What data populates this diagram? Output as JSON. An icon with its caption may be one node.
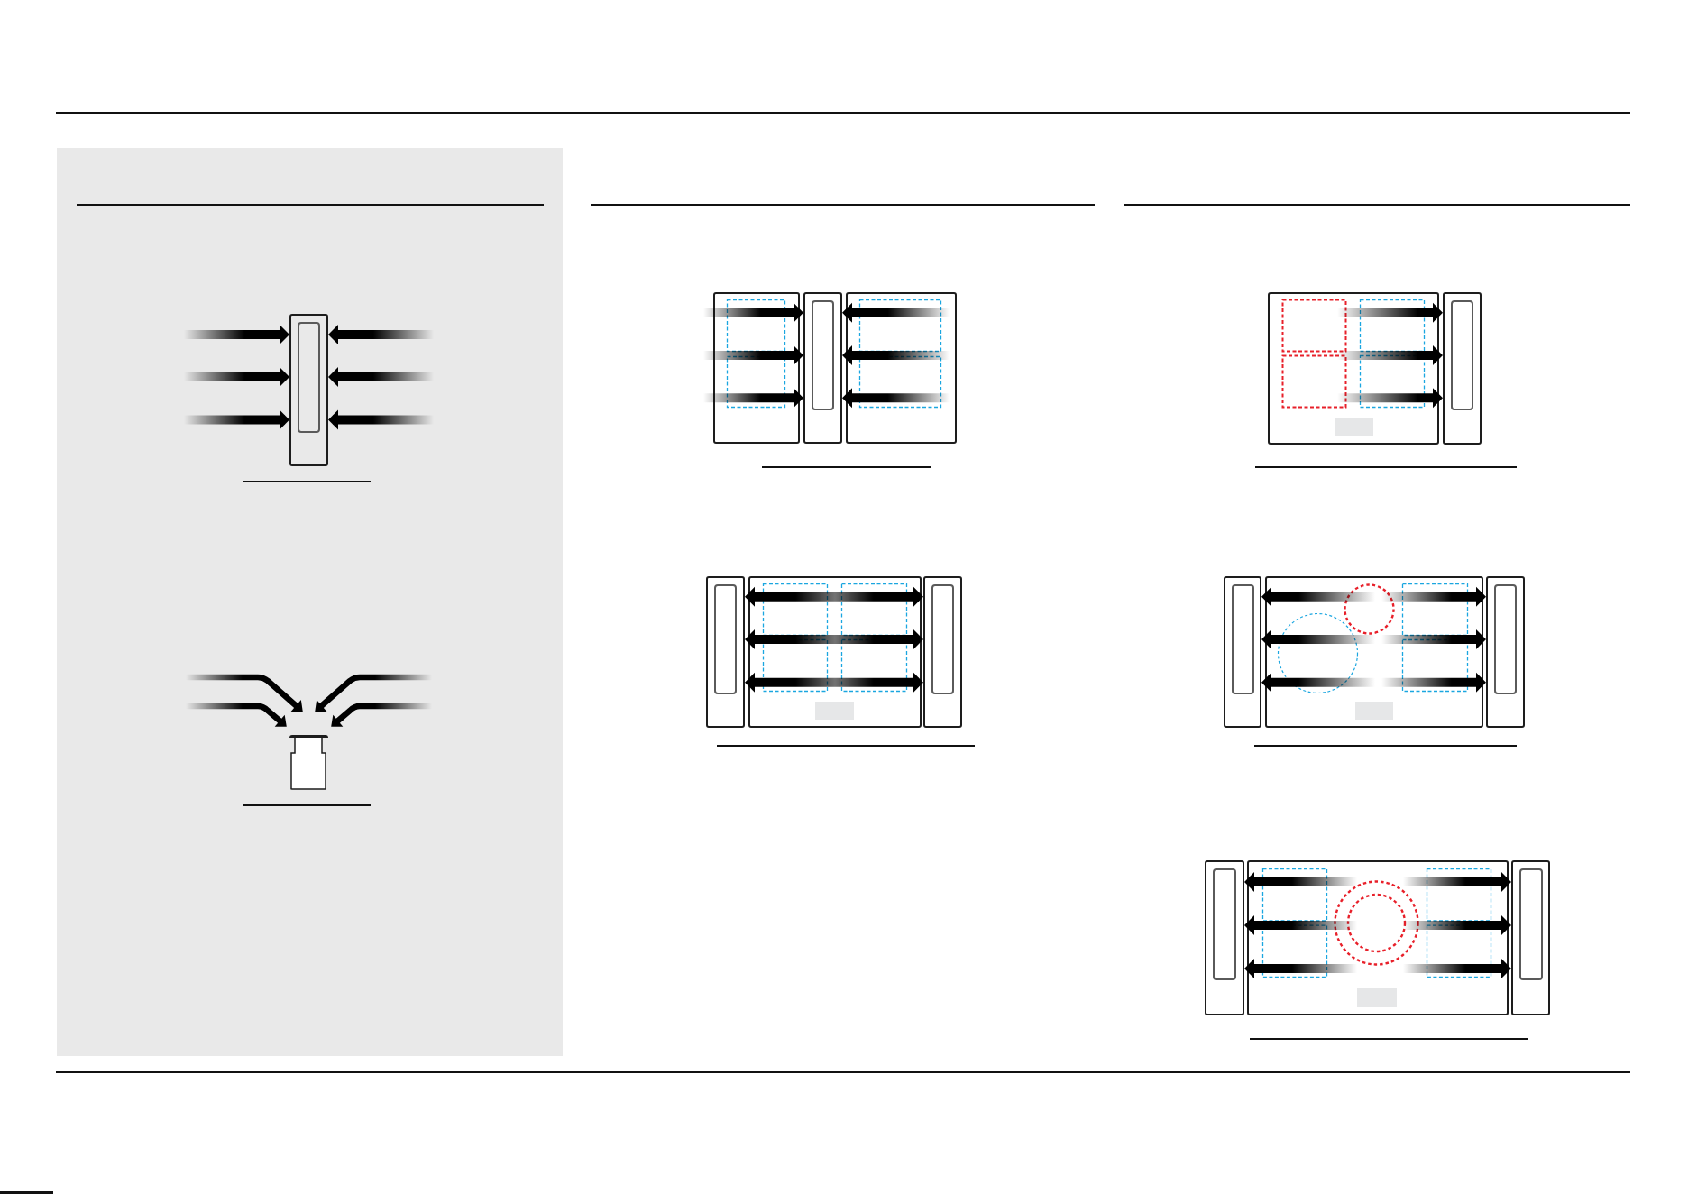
{
  "diagram": {
    "nodes": [
      {
        "text": [],
        "shape": "box"
      },
      {
        "text": [],
        "shape": "box"
      },
      {
        "text": [],
        "shape": "box"
      },
      {
        "text": [],
        "shape": "box"
      },
      {
        "text": [],
        "shape": "box"
      },
      {
        "text": [],
        "shape": "box"
      },
      {
        "text": [],
        "shape": "box"
      },
      {
        "text": [],
        "shape": "box"
      },
      {
        "text": [],
        "shape": "box"
      },
      {
        "text": [],
        "shape": "box"
      },
      {
        "text": [],
        "shape": "box"
      },
      {
        "text": [],
        "shape": "box"
      },
      {
        "text": [],
        "shape": "box"
      },
      {
        "text": [],
        "shape": "box"
      },
      {
        "text": [],
        "shape": "box"
      },
      {
        "text": [],
        "shape": "box"
      }
    ],
    "edges": [
      {
        "from": null,
        "to": 0,
        "arrow": "to"
      },
      {
        "from": null,
        "to": 0,
        "arrow": "to"
      },
      {
        "from": null,
        "to": 0,
        "arrow": "to"
      },
      {
        "from": null,
        "to": 0,
        "arrow": "to"
      },
      {
        "from": null,
        "to": 0,
        "arrow": "to"
      },
      {
        "from": null,
        "to": 0,
        "arrow": "to"
      },
      {
        "from": 2,
        "to": 3,
        "arrow": "to"
      },
      {
        "from": 2,
        "to": 3,
        "arrow": "to"
      },
      {
        "from": 2,
        "to": 3,
        "arrow": "to"
      },
      {
        "from": 4,
        "to": 3,
        "arrow": "to"
      },
      {
        "from": 4,
        "to": 3,
        "arrow": "to"
      },
      {
        "from": 4,
        "to": 3,
        "arrow": "to"
      },
      {
        "from": 6,
        "to": 5,
        "arrow": "to"
      },
      {
        "from": 6,
        "to": 5,
        "arrow": "to"
      },
      {
        "from": 6,
        "to": 5,
        "arrow": "to"
      },
      {
        "from": 6,
        "to": 7,
        "arrow": "to"
      },
      {
        "from": 6,
        "to": 7,
        "arrow": "to"
      },
      {
        "from": 6,
        "to": 7,
        "arrow": "to"
      },
      {
        "from": 8,
        "to": 9,
        "arrow": "to"
      },
      {
        "from": 8,
        "to": 9,
        "arrow": "to"
      },
      {
        "from": 8,
        "to": 9,
        "arrow": "to"
      },
      {
        "from": 11,
        "to": 10,
        "arrow": "to"
      },
      {
        "from": 11,
        "to": 10,
        "arrow": "to"
      },
      {
        "from": 11,
        "to": 10,
        "arrow": "to"
      },
      {
        "from": 11,
        "to": 12,
        "arrow": "to"
      },
      {
        "from": 11,
        "to": 12,
        "arrow": "to"
      },
      {
        "from": 11,
        "to": 12,
        "arrow": "to"
      },
      {
        "from": 14,
        "to": 13,
        "arrow": "to"
      },
      {
        "from": 14,
        "to": 13,
        "arrow": "to"
      },
      {
        "from": 14,
        "to": 13,
        "arrow": "to"
      },
      {
        "from": 14,
        "to": 15,
        "arrow": "to"
      },
      {
        "from": 14,
        "to": 15,
        "arrow": "to"
      },
      {
        "from": 14,
        "to": 15,
        "arrow": "to"
      }
    ]
  }
}
